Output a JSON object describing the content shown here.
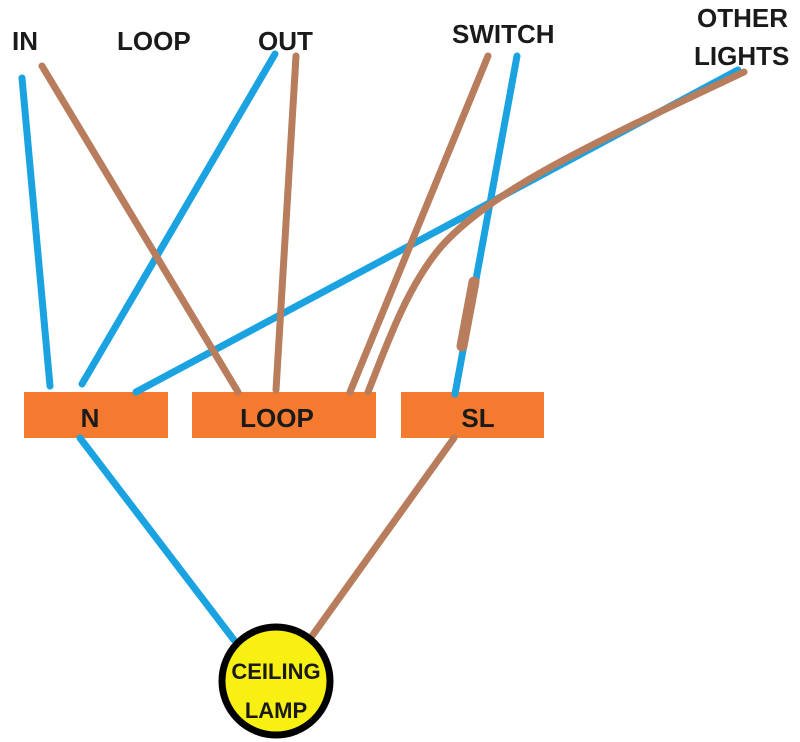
{
  "labels": {
    "in": "IN",
    "loop": "LOOP",
    "out": "OUT",
    "switch": "SWITCH",
    "other_line1": "OTHER",
    "other_line2": "LIGHTS"
  },
  "terminals": {
    "n": "N",
    "loop": "LOOP",
    "sl": "SL"
  },
  "lamp": {
    "line1": "CEILING",
    "line2": "LAMP"
  },
  "colors": {
    "neutral_wire": "#1aa3e0",
    "live_wire": "#b87d5c",
    "terminal_block": "#f47a30",
    "lamp_fill": "#f7f012",
    "lamp_outline": "#000000",
    "text": "#1a1a1a"
  }
}
